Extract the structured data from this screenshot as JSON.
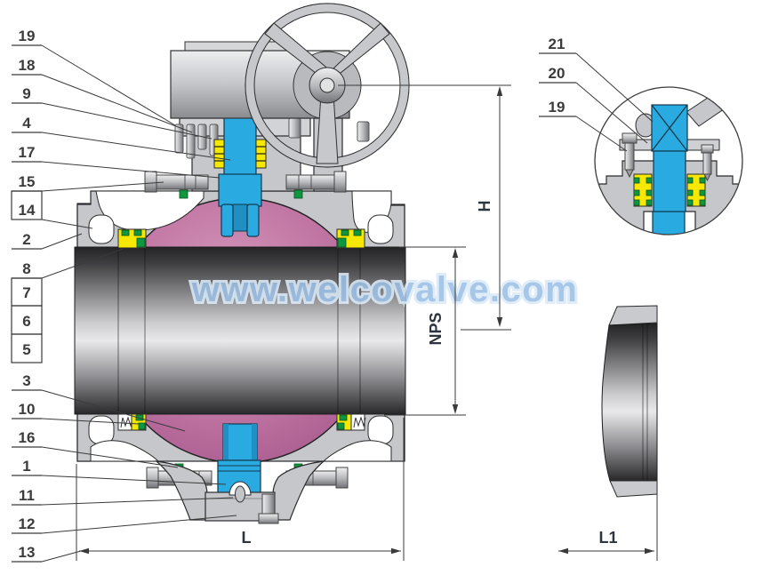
{
  "watermark": {
    "text": "www.welcovalve.com",
    "color": "#9cc0e6"
  },
  "dimensions": {
    "height_label": "H",
    "bore_label": "NPS",
    "face_to_face_label": "L",
    "seat_section_label": "L1"
  },
  "callouts": {
    "left": [
      "19",
      "18",
      "9",
      "4",
      "17",
      "15",
      "14",
      "2",
      "8",
      "7",
      "6",
      "5",
      "3",
      "10",
      "16",
      "1",
      "11",
      "12",
      "13"
    ],
    "boxed": [
      "14",
      "7",
      "6",
      "5"
    ],
    "detail": [
      "21",
      "20",
      "19"
    ]
  },
  "colors": {
    "ball": "#c277a3",
    "stem": "#29abe2",
    "seat": "#f6e800",
    "insert": "#0f9640",
    "body": "#c6c7cb",
    "bore_dark": "#2e2e30",
    "watermark": "#9cc0e6"
  }
}
